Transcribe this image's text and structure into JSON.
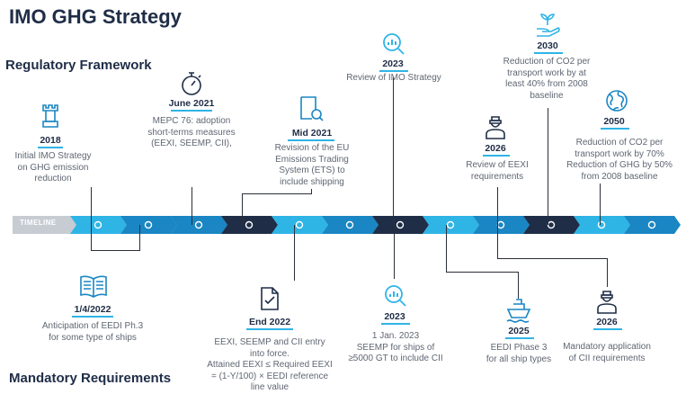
{
  "title": "IMO GHG Strategy",
  "sections": {
    "top": "Regulatory Framework",
    "bottom": "Mandatory Requirements"
  },
  "timeline": {
    "label": "TIMELINE",
    "colors": {
      "light": "#2fb4e6",
      "medium": "#1a86c3",
      "dark": "#1f2d47",
      "track": "#d3d7dd"
    }
  },
  "milestones_top": [
    {
      "date": "2018",
      "text": [
        "Initial IMO Strategy",
        "on GHG emission",
        "reduction"
      ],
      "icon": "rook-icon"
    },
    {
      "date": "June 2021",
      "text": [
        "MEPC 76: adoption",
        "short-terms measures",
        "(EEXI, SEEMP, CII),"
      ],
      "icon": "stopwatch-icon"
    },
    {
      "date": "Mid 2021",
      "text": [
        "Revision of the EU",
        "Emissions Trading",
        "System (ETS) to",
        "include shipping"
      ],
      "icon": "document-search-icon"
    },
    {
      "date": "2023",
      "text": [
        "Review of IMO Strategy"
      ],
      "icon": "magnifier-chart-icon"
    },
    {
      "date": "2026",
      "text": [
        "Review of EEXI",
        "requirements"
      ],
      "icon": "person-icon"
    },
    {
      "date": "2030",
      "text": [
        "Reduction of CO2 per",
        "transport work by at",
        "least 40% from 2008",
        "baseline"
      ],
      "icon": "hand-plant-icon"
    },
    {
      "date": "2050",
      "text": [
        "Reduction of CO2 per",
        "transport work by 70%",
        "Reduction of GHG by 50%",
        "from 2008 baseline"
      ],
      "icon": "globe-icon"
    }
  ],
  "milestones_bottom": [
    {
      "date": "1/4/2022",
      "text": [
        "Anticipation of EEDI Ph.3",
        "for some type of ships"
      ],
      "icon": "book-icon"
    },
    {
      "date": "End 2022",
      "text": [
        "EEXI, SEEMP and CII entry",
        "into force.",
        "Attained EEXI ≤ Required EEXI",
        "= (1-Y/100) × EEDI reference",
        "line value"
      ],
      "icon": "checked-document-icon"
    },
    {
      "date": "2023",
      "text": [
        "1 Jan. 2023",
        "SEEMP for ships of",
        "≥5000 GT to include CII"
      ],
      "icon": "magnifier-chart-icon"
    },
    {
      "date": "2025",
      "text": [
        "EEDI Phase 3",
        "for all ship types"
      ],
      "icon": "ship-icon"
    },
    {
      "date": "2026",
      "text": [
        "Mandatory application",
        "of CII requirements"
      ],
      "icon": "person-icon"
    }
  ]
}
